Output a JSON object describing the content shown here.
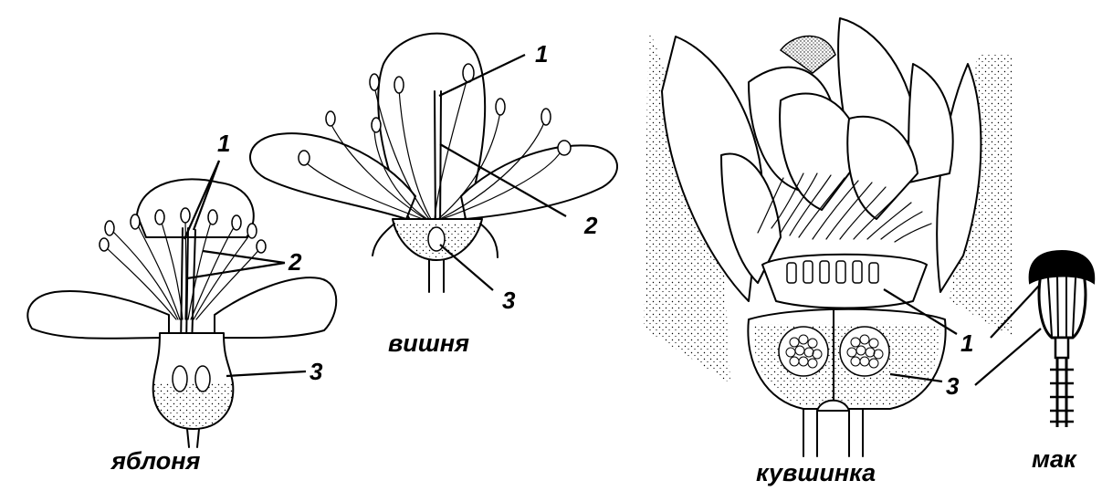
{
  "flowers": {
    "apple": {
      "name": "яблоня",
      "labels": [
        "1",
        "2",
        "3"
      ]
    },
    "cherry": {
      "name": "вишня",
      "labels": [
        "1",
        "2",
        "3"
      ]
    },
    "waterlily": {
      "name": "кувшинка",
      "labels": [
        "1",
        "3"
      ]
    },
    "poppy": {
      "name": "мак"
    }
  }
}
